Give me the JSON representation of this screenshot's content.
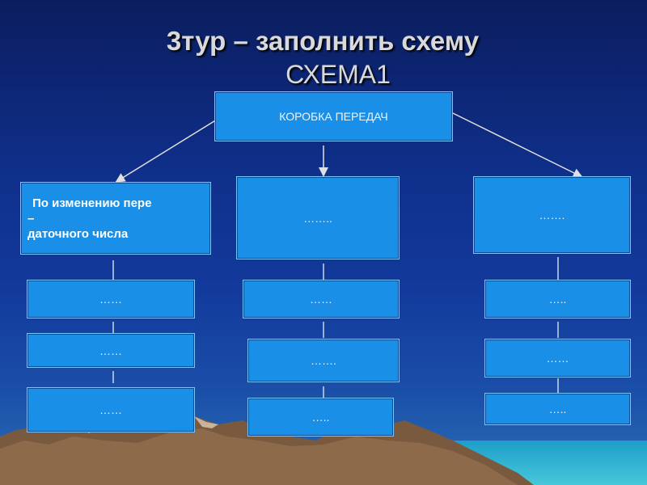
{
  "title": {
    "line1": "3тур – заполнить схему",
    "line2": "СХЕМА1"
  },
  "diagram": {
    "root": "КОРОБКА ПЕРЕДАЧ",
    "branches": [
      {
        "label_line1": "По изменению пере",
        "label_line2": "–",
        "label_line3": "даточного числа",
        "children": [
          "……",
          "……",
          "……"
        ]
      },
      {
        "label": "……..",
        "children": [
          "……",
          "…….",
          "….."
        ]
      },
      {
        "label": "…….",
        "children": [
          "…..",
          "……",
          "….."
        ]
      }
    ]
  },
  "colors": {
    "box_fill": "#1a8fe8",
    "background_top": "#0b1d5e",
    "title_text": "#d9d9d9"
  }
}
